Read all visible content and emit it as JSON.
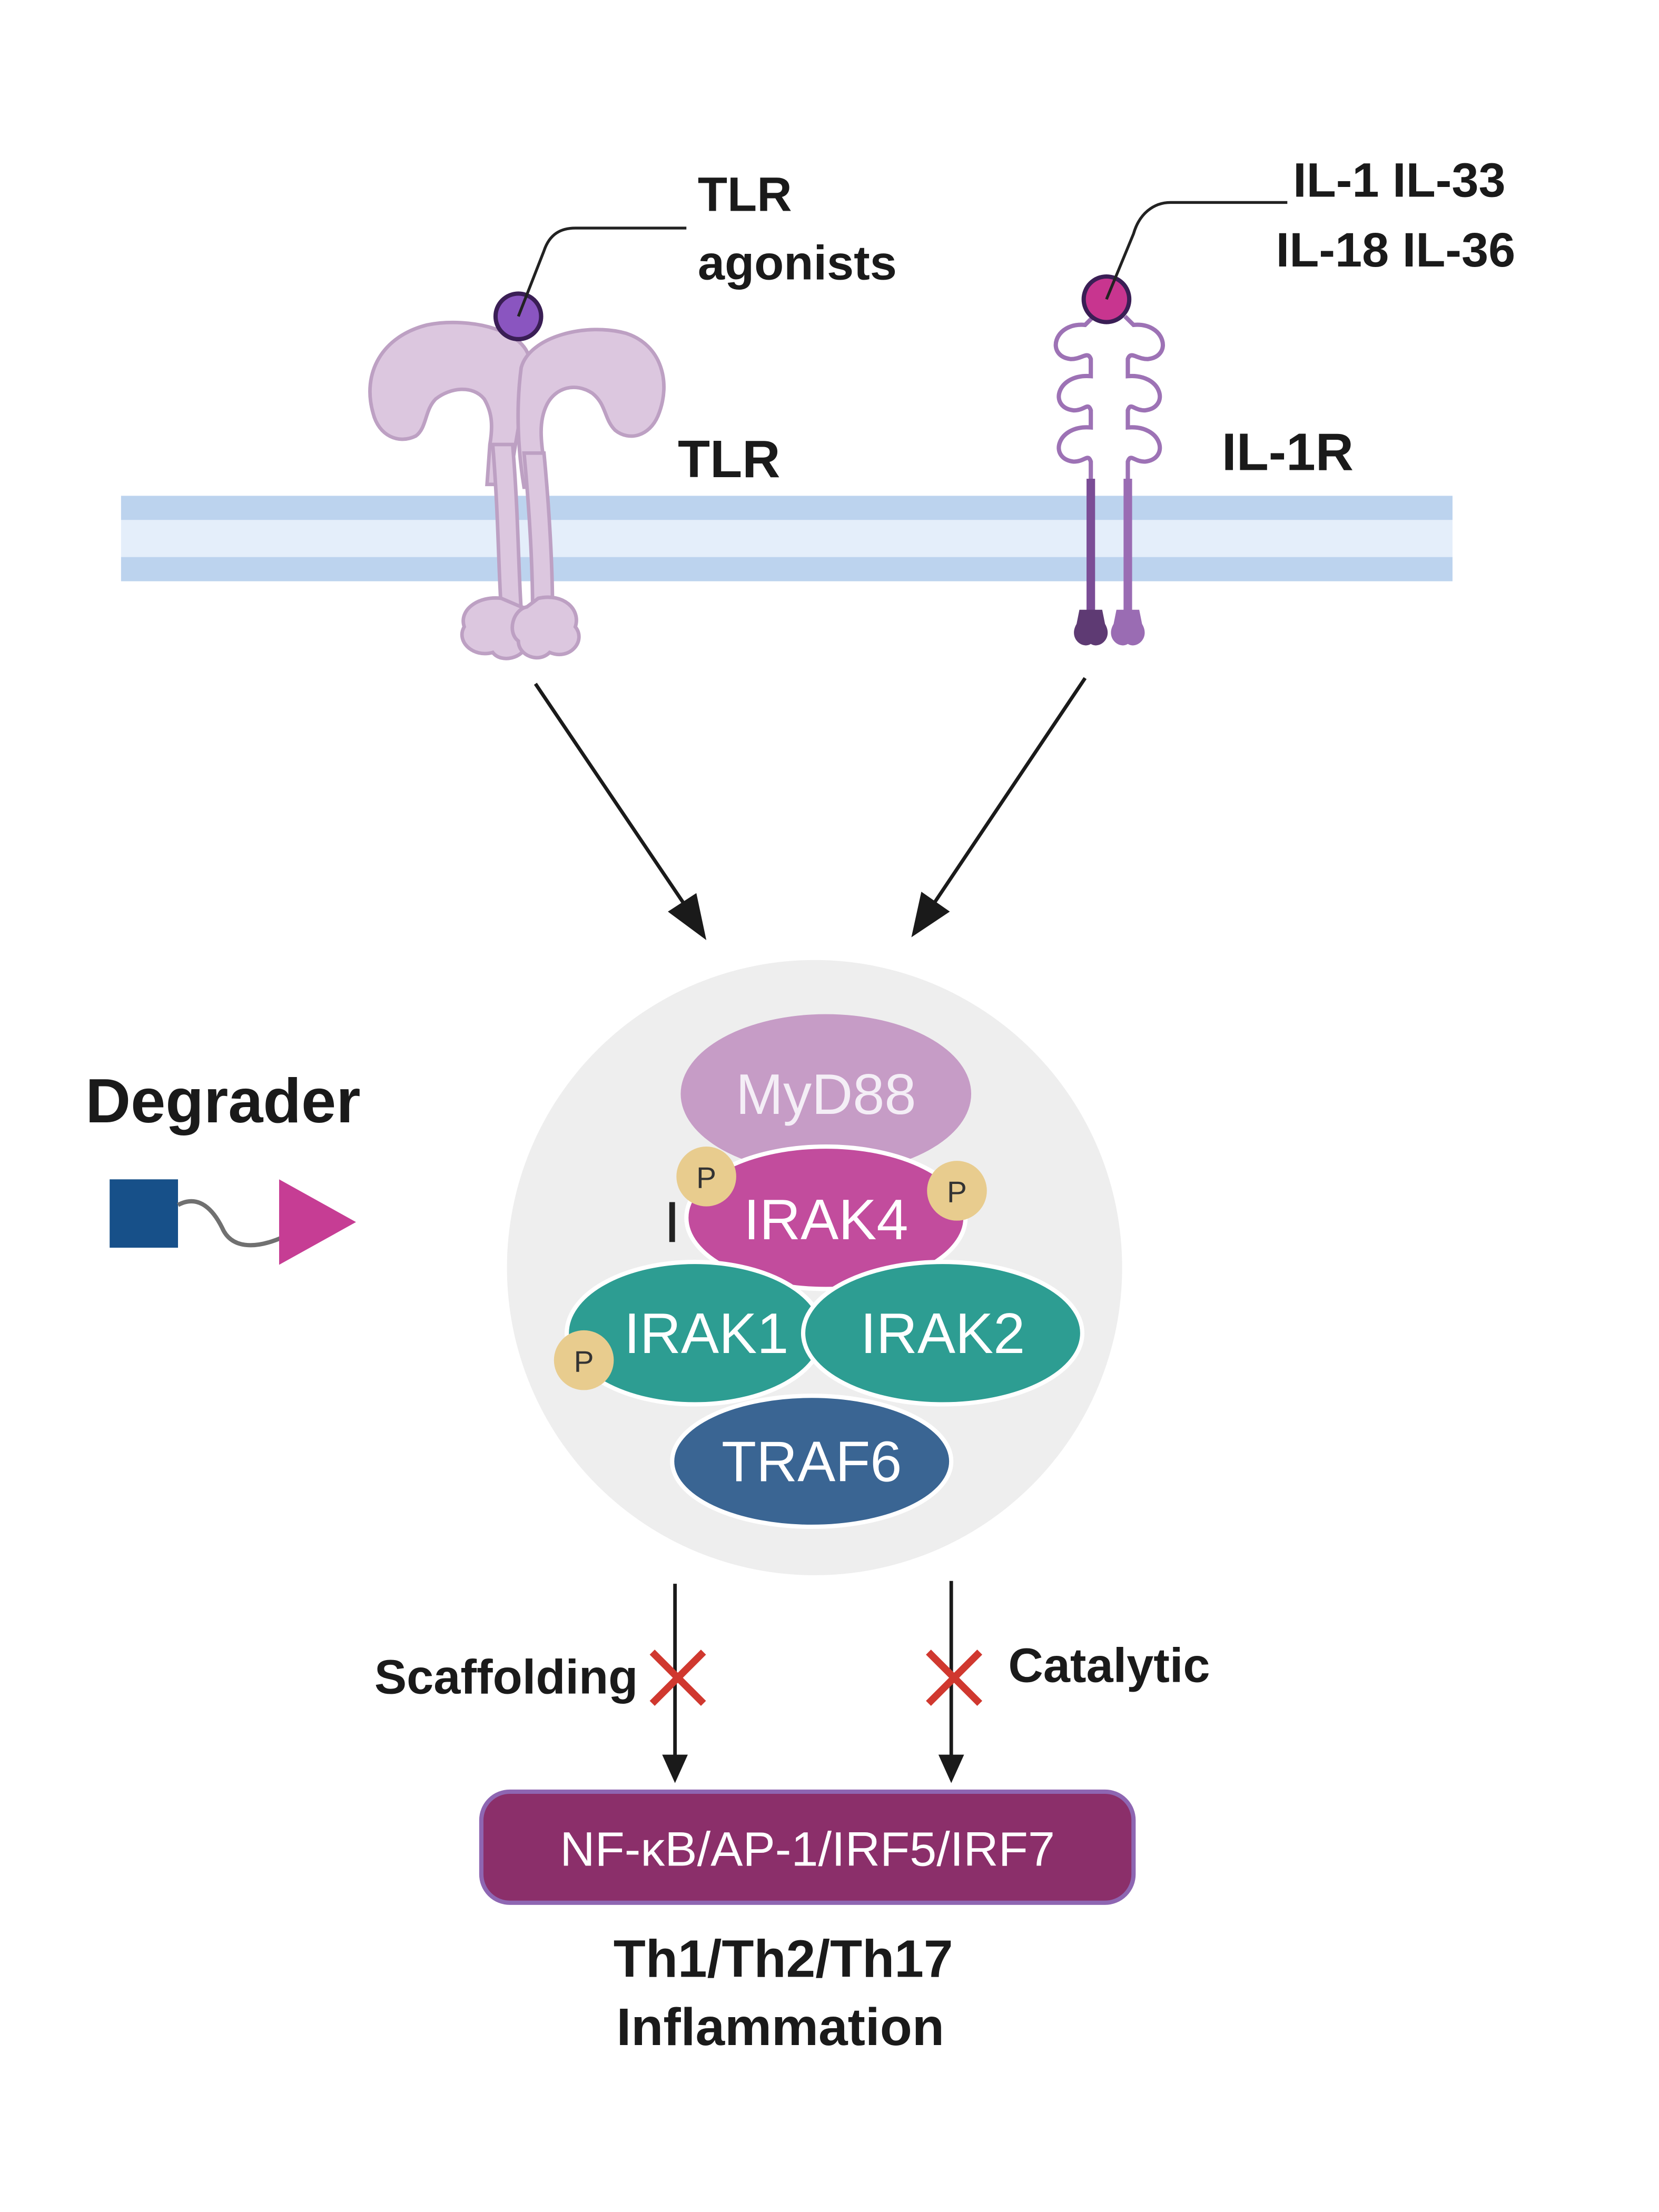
{
  "receptors": {
    "tlr": {
      "ligand_label_line1": "TLR",
      "ligand_label_line2": "agonists",
      "name": "TLR",
      "ligand_color": "#8a55c0"
    },
    "il1r": {
      "ligand_label_line1": "IL-1 IL-33",
      "ligand_label_line2": "IL-18 IL-36",
      "name": "IL-1R",
      "ligand_color": "#c8358f"
    }
  },
  "membrane": {
    "outer_color": "#bcd3ee",
    "inner_color": "#e4eefa"
  },
  "degrader": {
    "label": "Degrader",
    "square_color": "#175089",
    "triangle_color": "#c63d94"
  },
  "complex": {
    "background_color": "#eeeeee",
    "proteins": {
      "myd88": {
        "label": "MyD88",
        "color": "#c69cc6"
      },
      "irak4": {
        "label": "IRAK4",
        "color": "#c24c9d"
      },
      "irak1": {
        "label": "IRAK1",
        "color": "#2d9d92"
      },
      "irak2": {
        "label": "IRAK2",
        "color": "#2d9d92"
      },
      "traf6": {
        "label": "TRAF6",
        "color": "#3a6593"
      }
    },
    "phospho": {
      "label": "P",
      "color": "#e8cc8e"
    }
  },
  "pathways": {
    "scaffolding_label": "Scaffolding",
    "catalytic_label": "Catalytic",
    "block_color": "#d0382f"
  },
  "output": {
    "transcription_factors": "NF-κB/AP-1/IRF5/IRF7",
    "box_color": "#8b2f6a",
    "box_border": "#8e66b2",
    "outcome_line1": "Th1/Th2/Th17",
    "outcome_line2": "Inflammation"
  }
}
